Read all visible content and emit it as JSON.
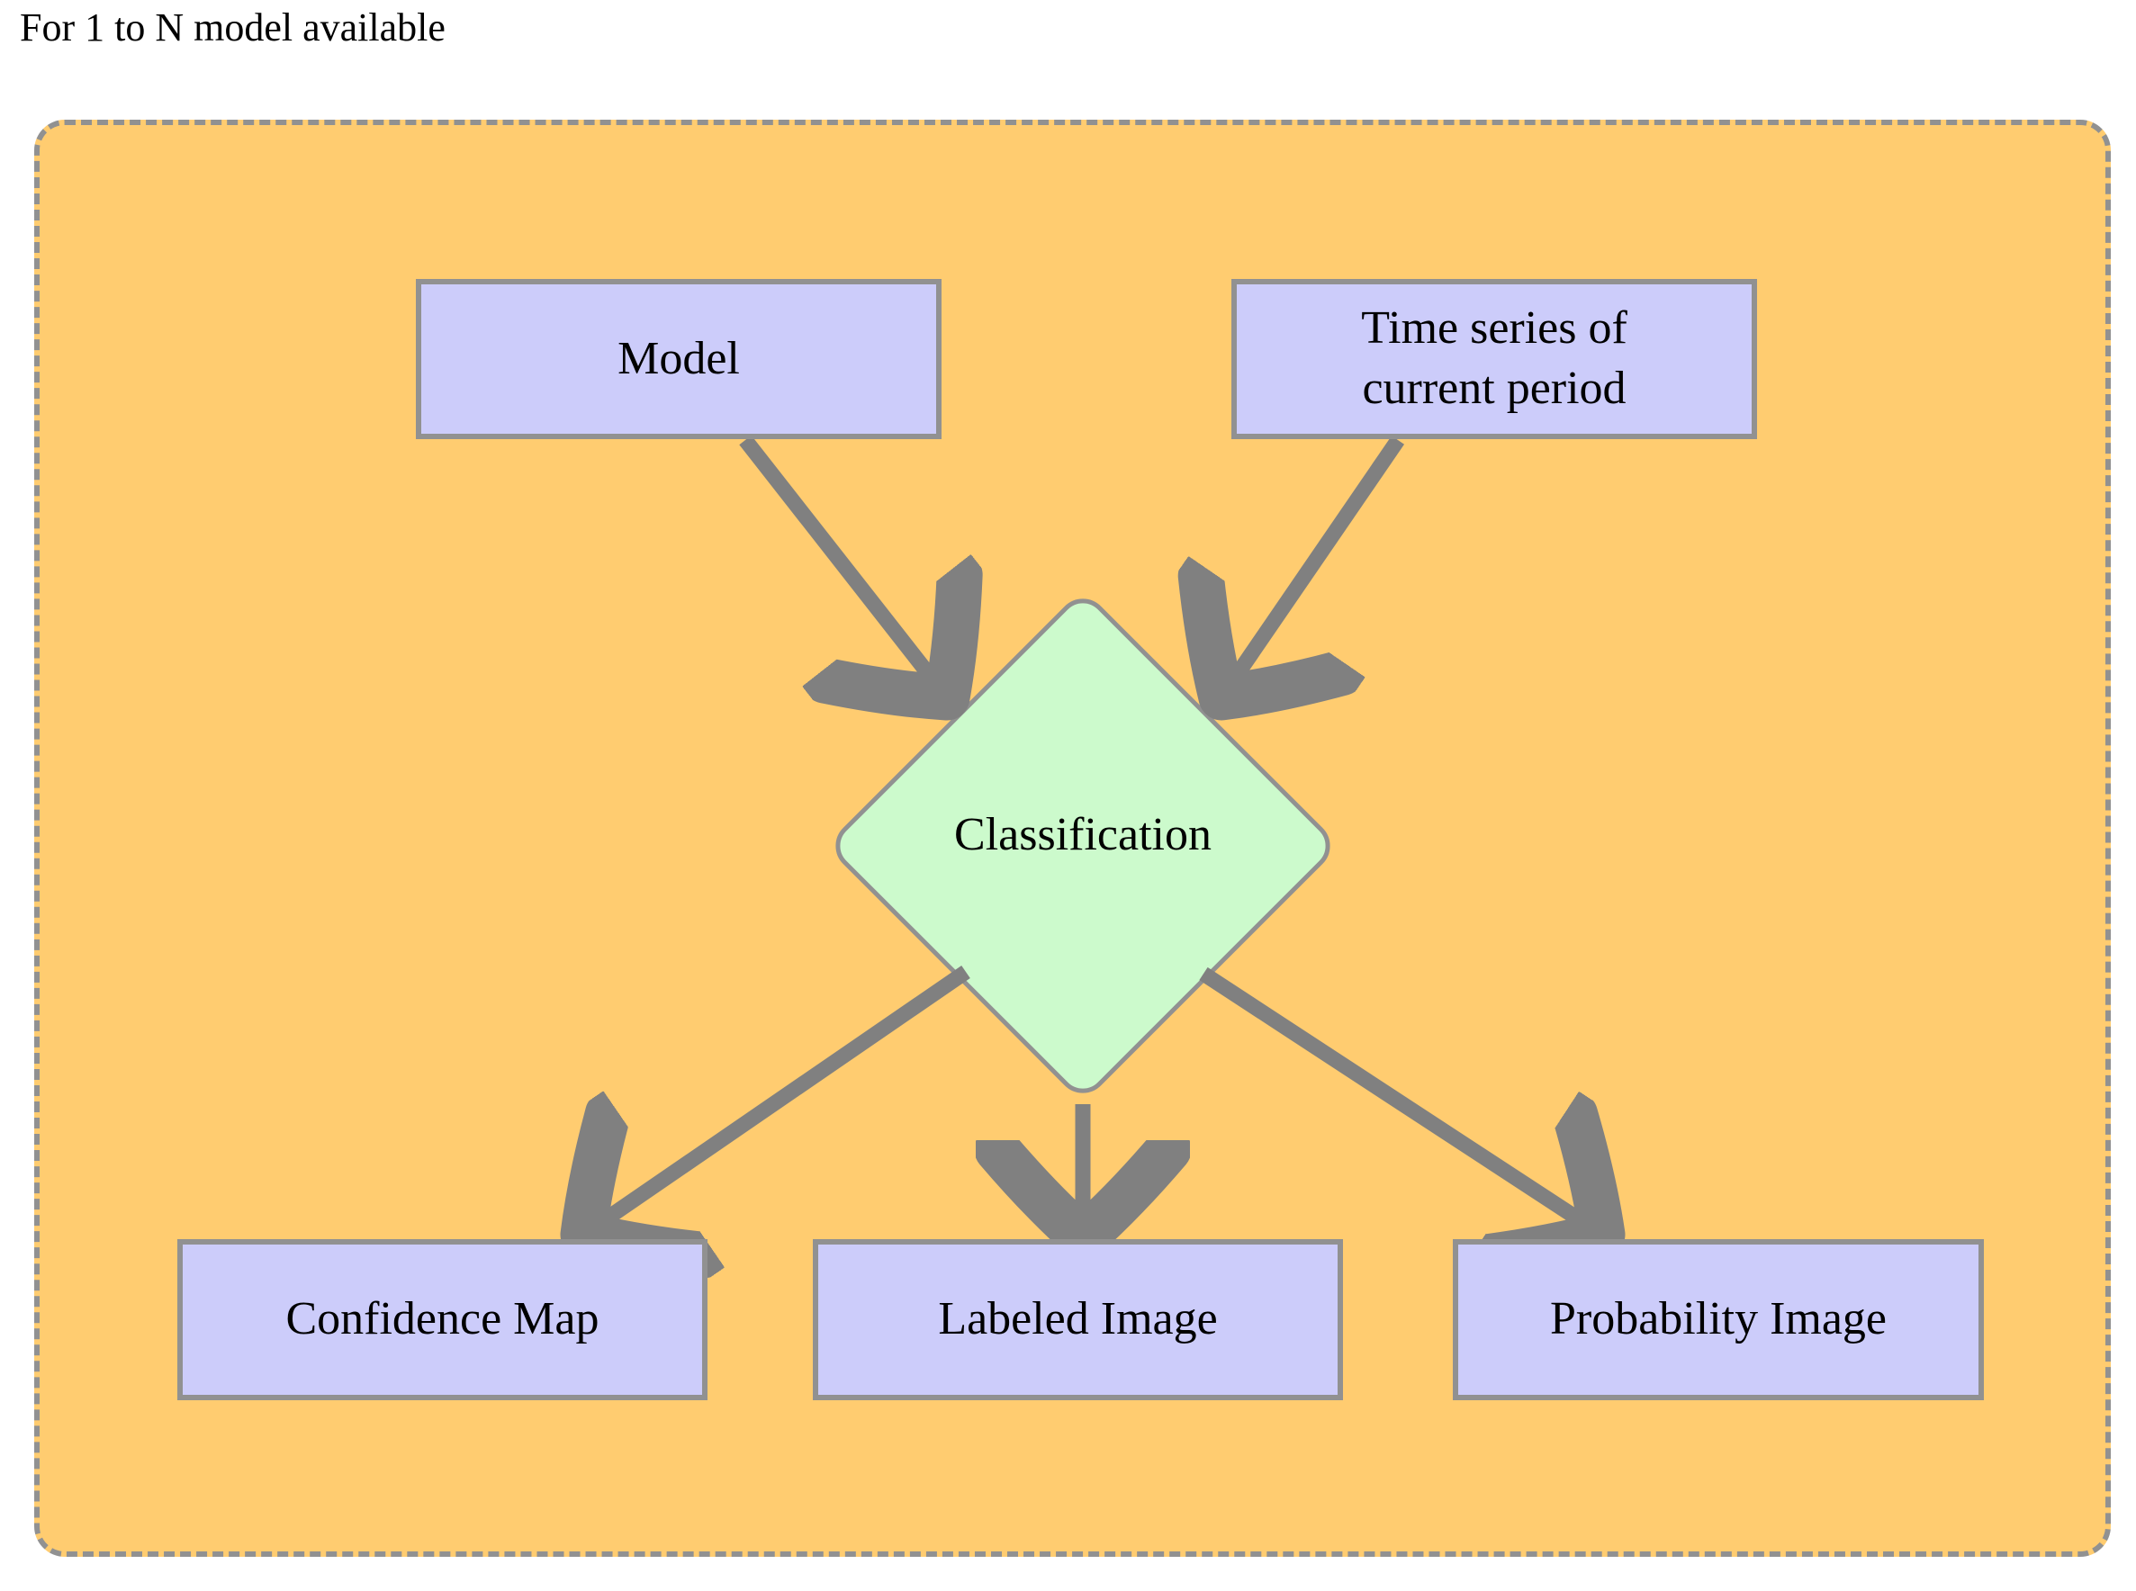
{
  "title": "For 1 to N model available",
  "colors": {
    "group_fill": "#FFCC70",
    "group_border": "#919191",
    "box_fill": "#CCCCFA",
    "box_border": "#919191",
    "decision_fill": "#CCFACC",
    "decision_border": "#919191",
    "arrow": "#808080",
    "text": "#000000",
    "page_background": "#FFFFFF"
  },
  "group": {
    "name": "For 1 to N model available",
    "border_style": "dashed",
    "shape": "rounded-rectangle"
  },
  "nodes": {
    "model": {
      "label": "Model",
      "shape": "rectangle"
    },
    "timeseries": {
      "label": "Time series of\ncurrent period",
      "line1": "Time series of",
      "line2": "current period",
      "shape": "rectangle"
    },
    "classification": {
      "label": "Classification",
      "shape": "diamond"
    },
    "confidence": {
      "label": "Confidence Map",
      "shape": "rectangle"
    },
    "labeled": {
      "label": "Labeled Image",
      "shape": "rectangle"
    },
    "probability": {
      "label": "Probability Image",
      "shape": "rectangle"
    }
  },
  "edges": [
    {
      "from": "model",
      "to": "classification",
      "label": "",
      "direction": "down-right"
    },
    {
      "from": "timeseries",
      "to": "classification",
      "label": "",
      "direction": "down-left"
    },
    {
      "from": "classification",
      "to": "confidence",
      "label": "",
      "direction": "down-left"
    },
    {
      "from": "classification",
      "to": "labeled",
      "label": "",
      "direction": "down"
    },
    {
      "from": "classification",
      "to": "probability",
      "label": "",
      "direction": "down-right"
    }
  ]
}
